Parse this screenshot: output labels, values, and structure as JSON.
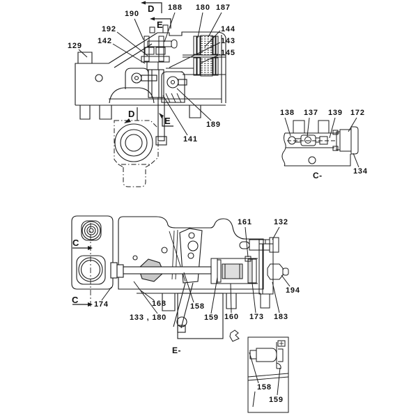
{
  "figure": {
    "type": "mechanical-parts-diagram",
    "background": "#ffffff",
    "line_color": "#1a1a1a",
    "shade_color": "#c8c8c8"
  },
  "callouts": {
    "c129": "129",
    "c142": "142",
    "c192": "192",
    "c190": "190",
    "c188": "188",
    "c180": "180",
    "c187": "187",
    "c144": "144",
    "c143": "143",
    "c145": "145",
    "c189": "189",
    "c141": "141",
    "c138": "138",
    "c137": "137",
    "c139": "139",
    "c172": "172",
    "c134": "134",
    "c161": "161",
    "c132": "132",
    "c194": "194",
    "c174": "174",
    "c168": "168",
    "c133_180": "133 , 180",
    "c158_main": "158",
    "c159_main": "159",
    "c160": "160",
    "c173": "173",
    "c183": "183",
    "c158_detail": "158",
    "c159_detail": "159"
  },
  "section_markers": {
    "d_top": "D",
    "e_top": "E",
    "d_inner": "D",
    "e_inner": "E",
    "c_arrow_top": "C",
    "c_arrow_bottom": "C",
    "c_section": "C-",
    "e_section": "E-"
  }
}
